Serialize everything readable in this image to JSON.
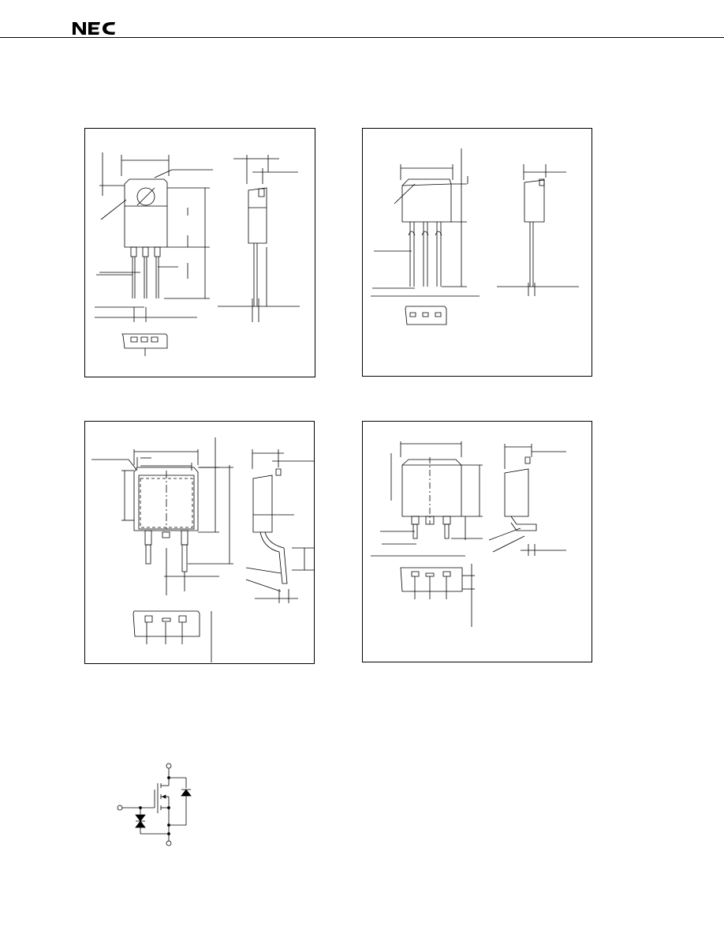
{
  "header": {
    "brand": "NEC",
    "logo_icon": "nec-logo-icon",
    "rule_color": "#000000"
  },
  "panels": [
    {
      "id": "package-drawing-1",
      "figure": "to220-outline-drawing"
    },
    {
      "id": "package-drawing-2",
      "figure": "to262-outline-drawing"
    },
    {
      "id": "package-drawing-3",
      "figure": "to263-outline-drawing"
    },
    {
      "id": "package-drawing-4",
      "figure": "smd-outline-drawing"
    }
  ],
  "schematic": {
    "figure": "mosfet-equivalent-circuit"
  },
  "colors": {
    "ink": "#000000",
    "paper": "#ffffff"
  }
}
